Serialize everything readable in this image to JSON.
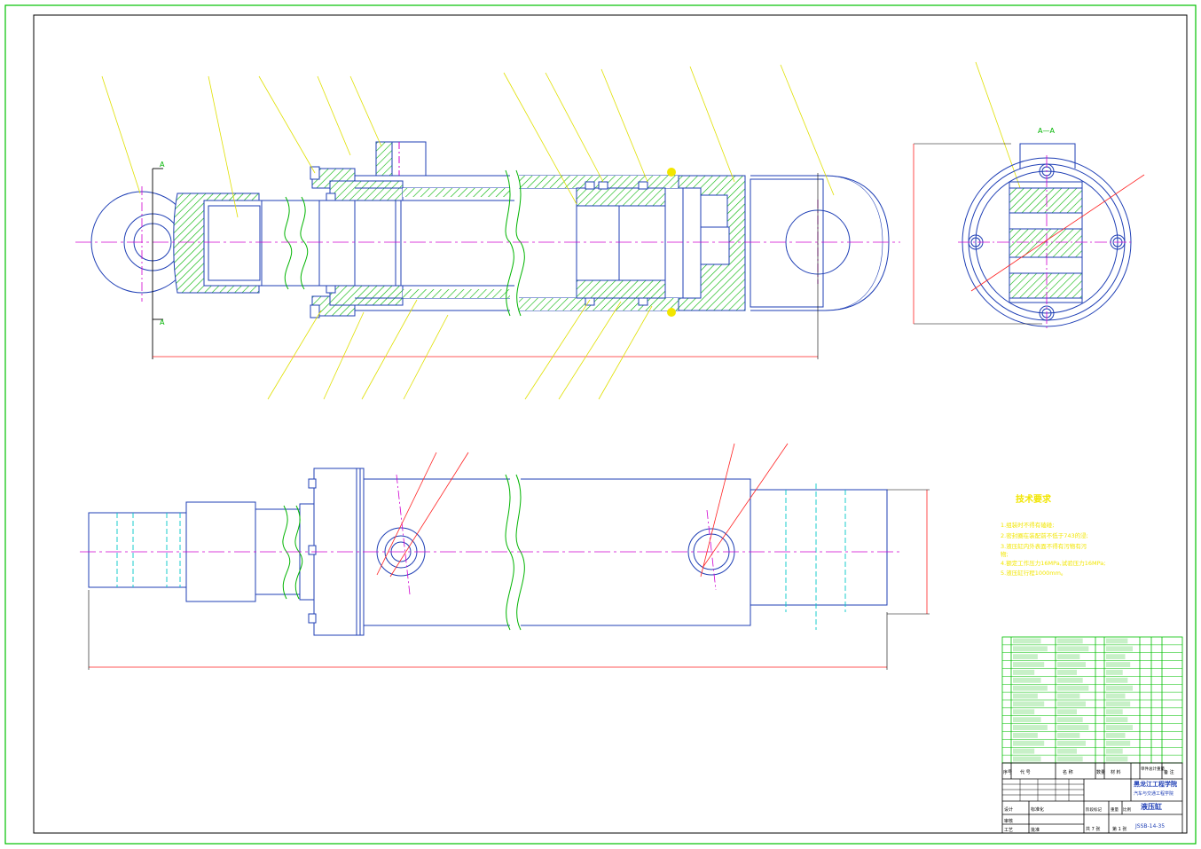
{
  "views": {
    "section_mark": "A",
    "side_view_title": "A—A"
  },
  "tech_requirements": {
    "title": "技术要求",
    "lines": [
      "1.组装时不得有磕碰;",
      "2.密封圈在装配前不低于743的浸;",
      "3.液压缸内外表面不得有污物有污",
      "物;",
      "4.额定工作压力16MPa,试验压力16MPa;",
      "5.液压缸行程1000mm。"
    ]
  },
  "title_block": {
    "school": "黑龙江工程学院",
    "department": "汽车与交通工程学院",
    "drawing_name": "液压缸",
    "drawing_code": "JSSB-14-35",
    "sheets_total": "共 7 张",
    "sheet_no": "第 1 张",
    "bom_header": [
      "序号",
      "代  号",
      "名  称",
      "数量",
      "材  料",
      "单件总计重量",
      "备 注"
    ],
    "row_labels": [
      "设计",
      "审核",
      "工艺",
      "标准化",
      "批准"
    ],
    "mark_labels": [
      "阶段标记",
      "重量",
      "比例"
    ]
  },
  "colors": {
    "border": "#00c000",
    "outline": "#1f3fb5",
    "leader": "#e0e000",
    "center": "#d000d0",
    "hatch": "#00b400",
    "cut": "#ff2020",
    "hidden": "#00c8c8"
  }
}
